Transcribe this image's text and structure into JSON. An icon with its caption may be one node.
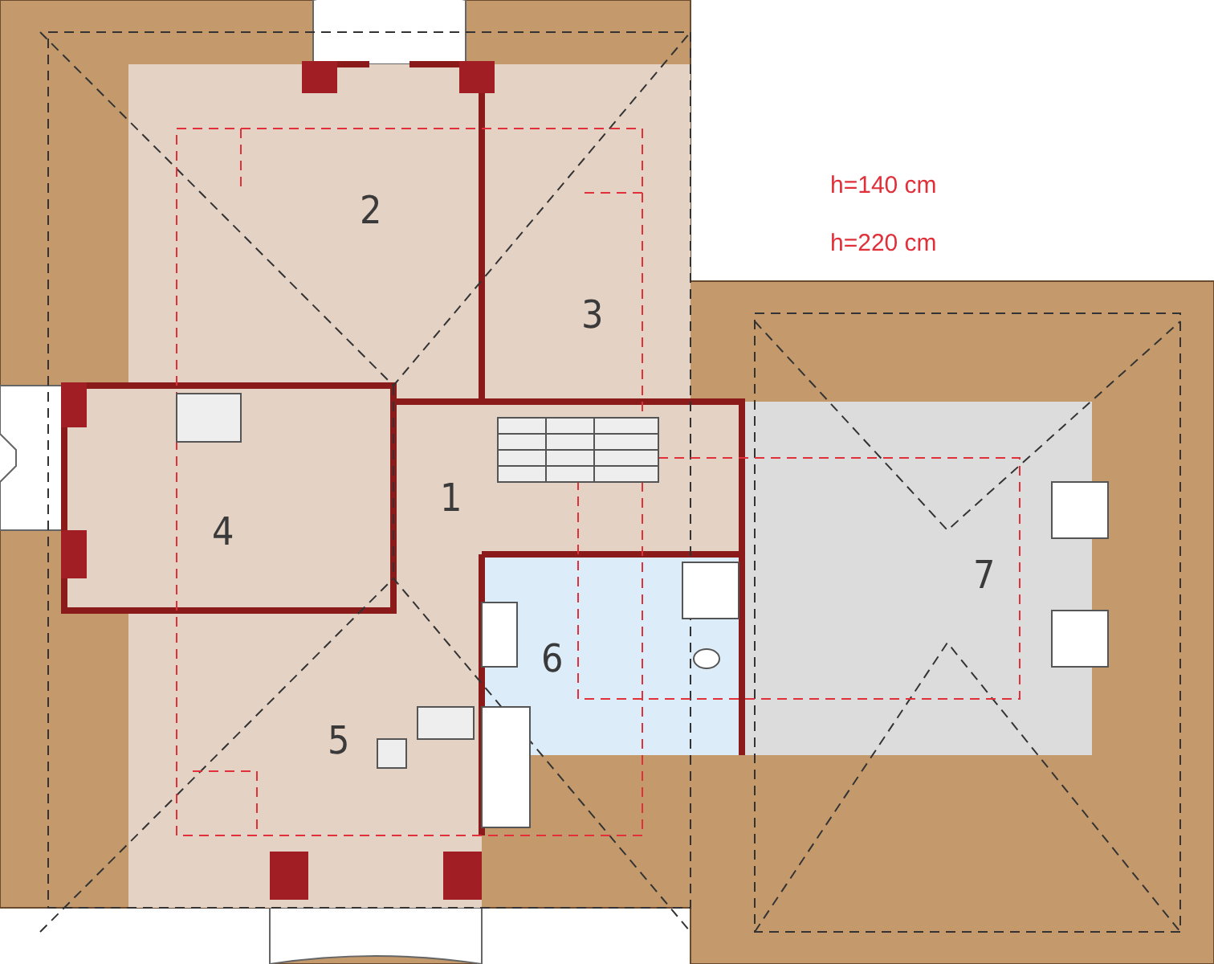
{
  "diagram": {
    "labels": [
      "h=140 cm",
      "2",
      "h=220 cm",
      "3",
      "1",
      "4",
      "7",
      "6",
      "5"
    ]
  }
}
